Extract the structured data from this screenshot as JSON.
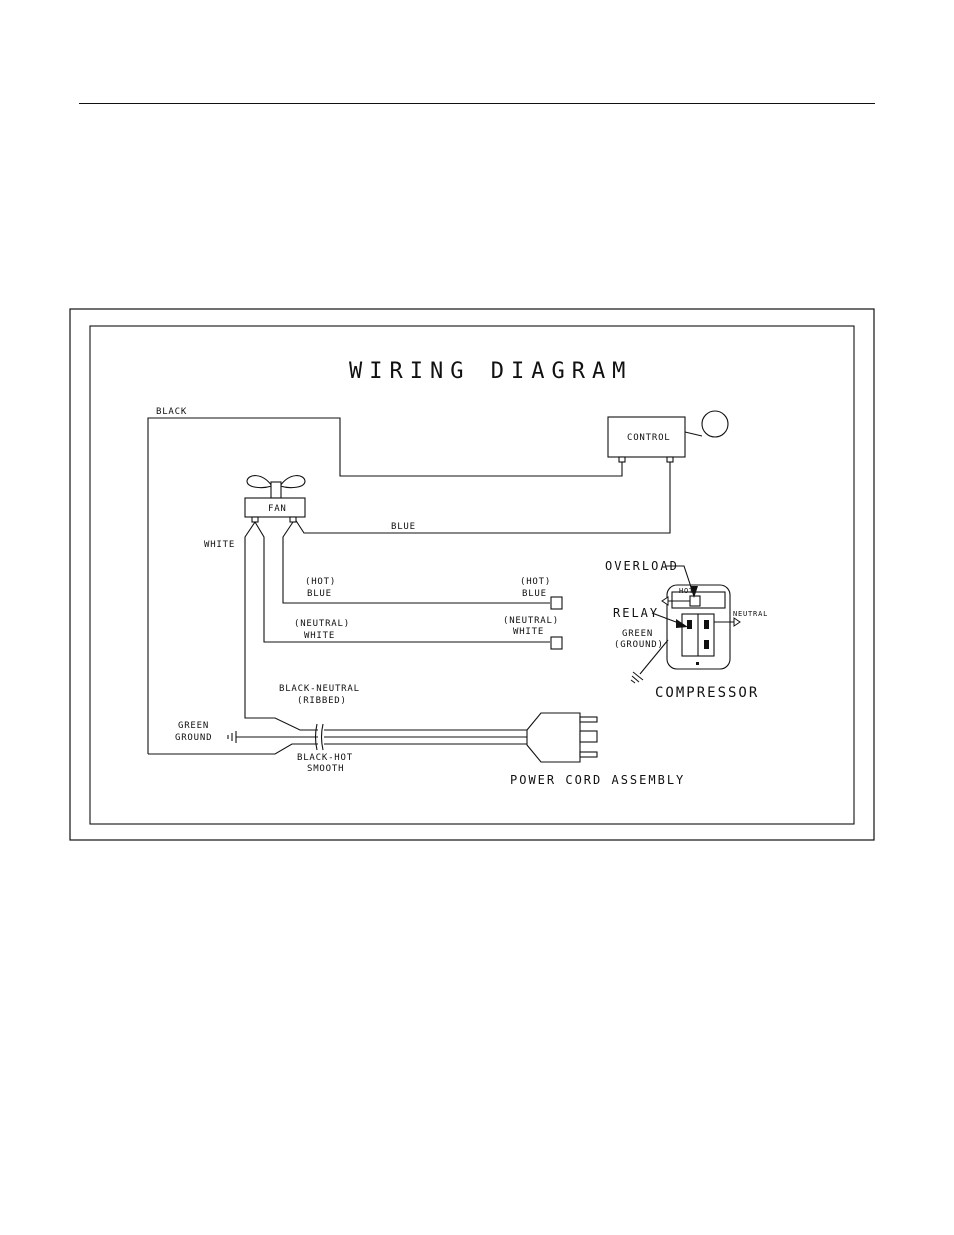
{
  "diagram": {
    "title": "WIRING DIAGRAM",
    "components": {
      "control": "CONTROL",
      "fan": "FAN",
      "compressor": "COMPRESSOR",
      "overload": "OVERLOAD",
      "relay": "RELAY",
      "power_cord": "POWER CORD ASSEMBLY"
    },
    "wires": {
      "black": "BLACK",
      "blue": "BLUE",
      "white": "WHITE",
      "hot_blue_left": [
        "(HOT)",
        "BLUE"
      ],
      "hot_blue_right": [
        "(HOT)",
        "BLUE"
      ],
      "neutral_white_left": [
        "(NEUTRAL)",
        "WHITE"
      ],
      "neutral_white_right": [
        "(NEUTRAL)",
        "WHITE"
      ],
      "black_neutral": [
        "BLACK-NEUTRAL",
        "(RIBBED)"
      ],
      "black_hot": [
        "BLACK-HOT",
        "SMOOTH"
      ],
      "green_ground_cord": [
        "GREEN",
        "GROUND"
      ],
      "green_ground_comp": [
        "GREEN",
        "(GROUND)"
      ],
      "comp_hot": "HOT",
      "comp_neutral": "NEUTRAL"
    }
  }
}
